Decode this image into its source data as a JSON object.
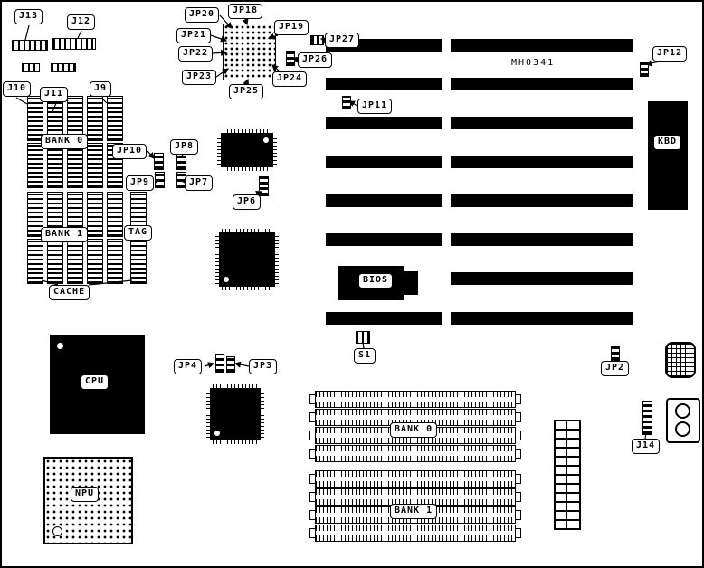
{
  "board": {
    "part_number": "MH0341",
    "labels": {
      "j13": "J13",
      "j12": "J12",
      "j11": "J11",
      "j10": "J10",
      "j9": "J9",
      "j14": "J14",
      "jp2": "JP2",
      "jp3": "JP3",
      "jp4": "JP4",
      "jp6": "JP6",
      "jp7": "JP7",
      "jp8": "JP8",
      "jp9": "JP9",
      "jp10": "JP10",
      "jp11": "JP11",
      "jp12": "JP12",
      "jp18": "JP18",
      "jp19": "JP19",
      "jp20": "JP20",
      "jp21": "JP21",
      "jp22": "JP22",
      "jp23": "JP23",
      "jp24": "JP24",
      "jp25": "JP25",
      "jp26": "JP26",
      "jp27": "JP27",
      "s1": "S1",
      "cache_bank0": "BANK 0",
      "cache_bank1": "BANK 1",
      "tag": "TAG",
      "cache": "CACHE",
      "ram_bank0": "BANK 0",
      "ram_bank1": "BANK 1",
      "cpu": "CPU",
      "npu": "NPU",
      "kbd": "KBD",
      "bios": "BIOS"
    }
  }
}
